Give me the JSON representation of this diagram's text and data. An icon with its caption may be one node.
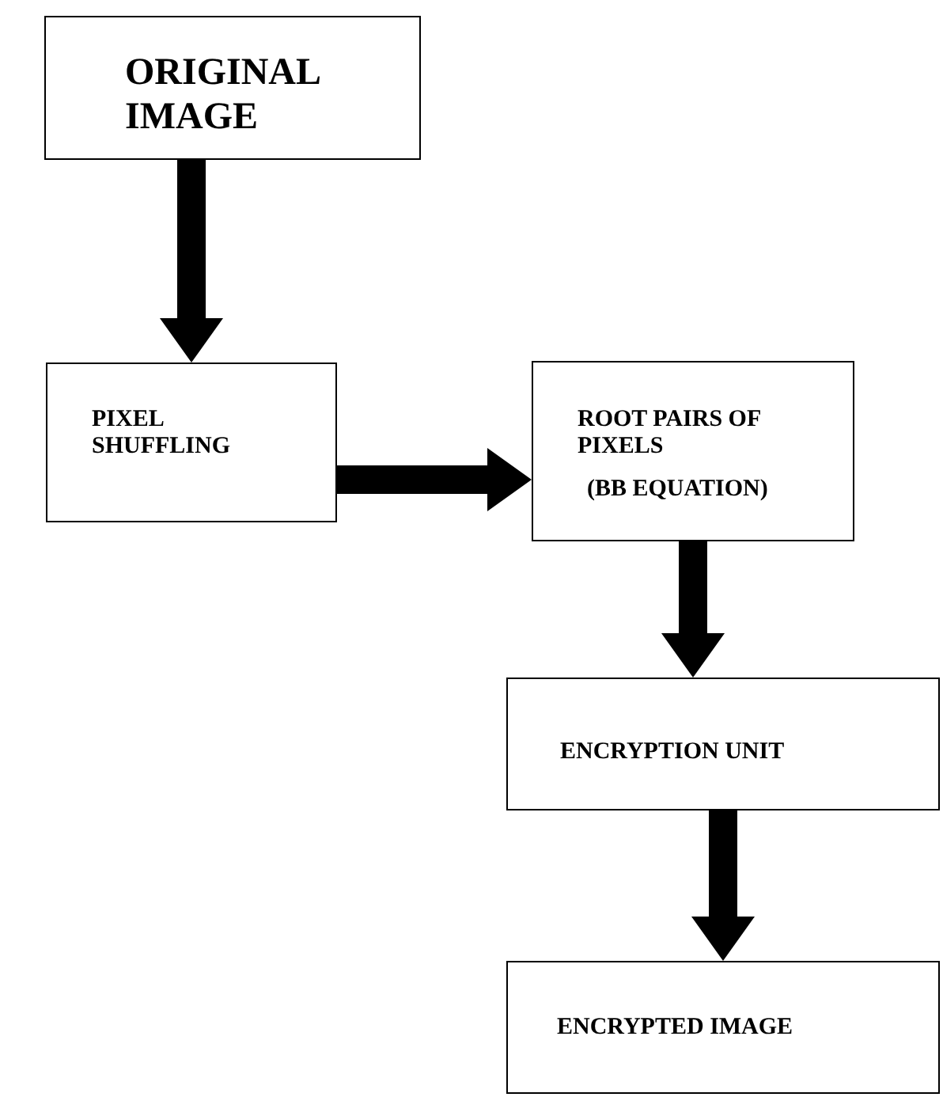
{
  "diagram": {
    "nodes": [
      {
        "text": [
          "ORIGINAL IMAGE"
        ]
      },
      {
        "text": [
          "PIXEL SHUFFLING"
        ]
      },
      {
        "text": [
          "ROOT PAIRS OF PIXELS",
          "(BB EQUATION)"
        ]
      },
      {
        "text": [
          "ENCRYPTION UNIT"
        ]
      },
      {
        "text": [
          "ENCRYPTED IMAGE"
        ]
      }
    ],
    "edges": [
      {
        "from": 0,
        "to": 1,
        "arrow": "to"
      },
      {
        "from": 1,
        "to": 2,
        "arrow": "to"
      },
      {
        "from": 2,
        "to": 3,
        "arrow": "to"
      },
      {
        "from": 3,
        "to": 4,
        "arrow": "to"
      }
    ]
  }
}
